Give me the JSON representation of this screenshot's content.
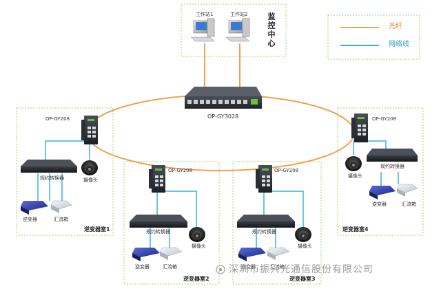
{
  "legend": {
    "fiber_label": "光纤",
    "network_label": "网络线",
    "fiber_color": "#f0a150",
    "network_color": "#3ab0d8"
  },
  "monitoring_center": {
    "title": "监控中心",
    "workstation1": "工作站1",
    "workstation2": "工作站2"
  },
  "core_switch": {
    "model": "OP-GY3028"
  },
  "rooms": [
    {
      "name": "逆变器室1",
      "switch": "OP-GY208",
      "converter": "规约转换器",
      "camera": "摄像头",
      "inverter": "逆变器",
      "combiner": "汇流箱"
    },
    {
      "name": "逆变器室2",
      "switch": "OP-GY208",
      "converter": "规约转换器",
      "camera": "摄像头",
      "inverter": "逆变器",
      "combiner": "汇流箱"
    },
    {
      "name": "逆变器室3",
      "switch": "OP-GY208",
      "converter": "规约转换器",
      "camera": "摄像头",
      "inverter": "逆变器",
      "combiner": "汇流箱"
    },
    {
      "name": "逆变器室4",
      "switch": "OP-GY208",
      "converter": "规约转换器",
      "camera": "摄像头",
      "inverter": "逆变器",
      "combiner": "汇流箱"
    }
  ],
  "watermark": "深圳市振兴光通信股份有限公司"
}
